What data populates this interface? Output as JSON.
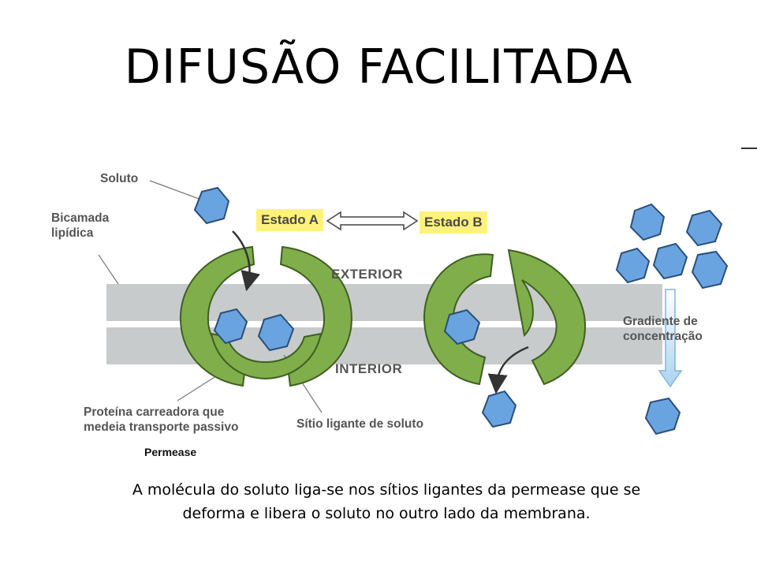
{
  "title": "DIFUSÃO FACILITADA",
  "labels": {
    "soluto": "Soluto",
    "bicamada": [
      "Bicamada",
      "lipídica"
    ],
    "estado_a": "Estado A",
    "estado_b": "Estado B",
    "exterior": "EXTERIOR",
    "interior": "INTERIOR",
    "gradiente": [
      "Gradiente de",
      "concentração"
    ],
    "proteina": [
      "Proteína carreadora que",
      "medeia transporte passivo"
    ],
    "sitio": "Sítio ligante de soluto",
    "permease": "Permease"
  },
  "caption": [
    "A molécula do soluto liga-se nos sítios ligantes da permease que se",
    "deforma e libera o soluto no outro lado da membrana."
  ],
  "colors": {
    "membrane": "#c8cbcb",
    "protein": "#7fae4b",
    "protein_dark": "#3f5f22",
    "solute": "#6aa4e0",
    "solute_stroke": "#2a4f7a",
    "state_bg": "#fff27a",
    "label_text": "#555555",
    "gradient_arrow": "#a9d3f0"
  }
}
